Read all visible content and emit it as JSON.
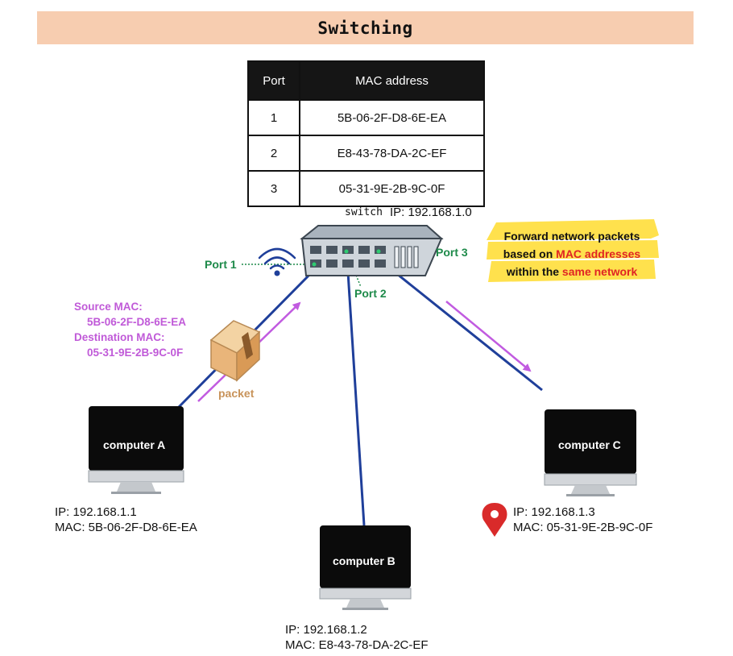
{
  "title": "Switching",
  "table": {
    "headers": [
      "Port",
      "MAC address"
    ],
    "rows": [
      [
        "1",
        "5B-06-2F-D8-6E-EA"
      ],
      [
        "2",
        "E8-43-78-DA-2C-EF"
      ],
      [
        "3",
        "05-31-9E-2B-9C-0F"
      ]
    ]
  },
  "switch": {
    "label": "switch",
    "ip": "IP: 192.168.1.0"
  },
  "ports": {
    "p1": "Port 1",
    "p2": "Port 2",
    "p3": "Port 3"
  },
  "callout": {
    "line1": "Forward network packets",
    "line2a": "based on ",
    "line2b": "MAC addresses",
    "line3a": "within the ",
    "line3b": "same network"
  },
  "packet": {
    "source_label": "Source MAC:",
    "source_value": "5B-06-2F-D8-6E-EA",
    "dest_label": "Destination MAC:",
    "dest_value": "05-31-9E-2B-9C-0F",
    "label": "packet"
  },
  "computers": {
    "a": {
      "name": "computer A",
      "ip": "IP: 192.168.1.1",
      "mac": "MAC: 5B-06-2F-D8-6E-EA"
    },
    "b": {
      "name": "computer B",
      "ip": "IP: 192.168.1.2",
      "mac": "MAC: E8-43-78-DA-2C-EF"
    },
    "c": {
      "name": "computer C",
      "ip": "IP: 192.168.1.3",
      "mac": "MAC: 05-31-9E-2B-9C-0F"
    }
  },
  "icons": {
    "wifi": "wifi-icon",
    "location": "location-pin-icon",
    "box": "packet-box-icon",
    "switch": "switch-device-icon",
    "monitor": "monitor-icon"
  },
  "colors": {
    "title_bg": "#f7cdb0",
    "port_green": "#1e8a4a",
    "link_blue": "#1f3f9a",
    "arrow_purple": "#c15be0",
    "highlight_yellow": "#ffe14d",
    "accent_red": "#e02424"
  }
}
